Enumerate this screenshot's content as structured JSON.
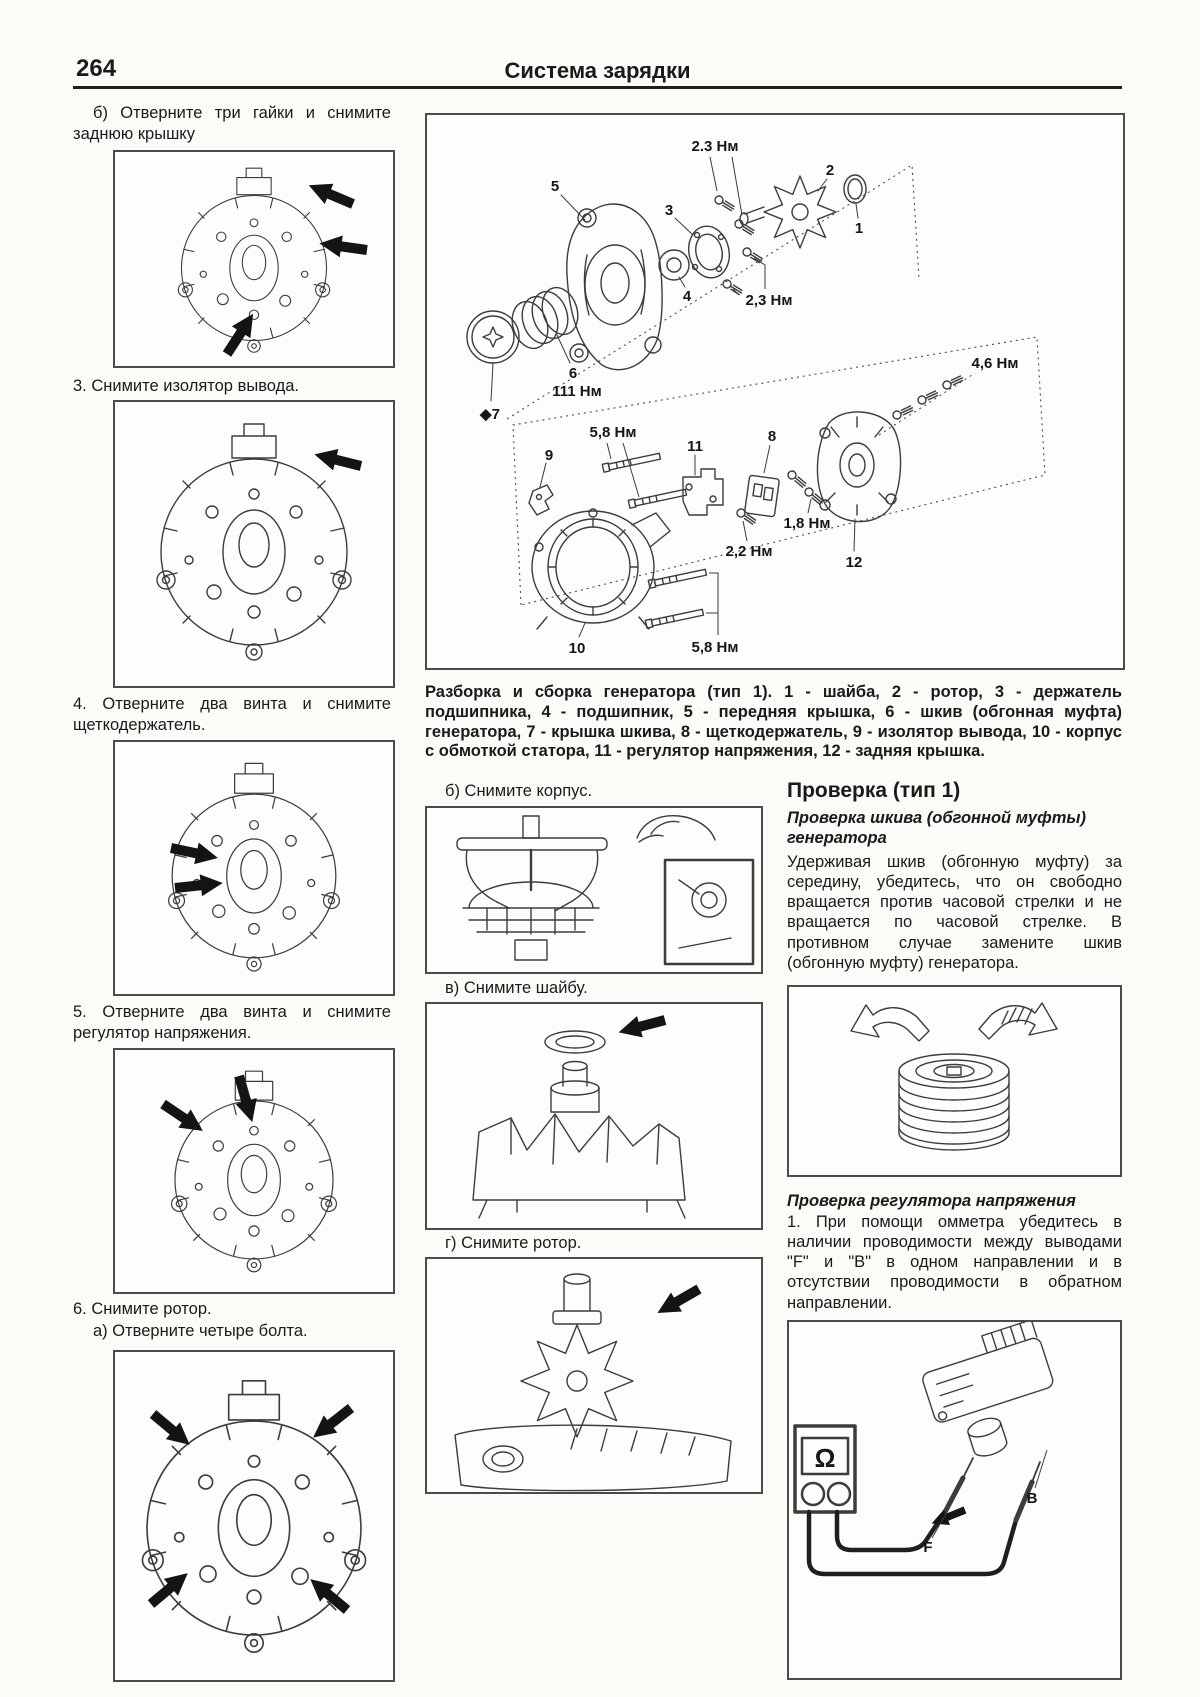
{
  "page": {
    "number": "264",
    "title": "Система зарядки"
  },
  "left_column": {
    "step_b": "б) Отверните три гайки и снимите заднюю крышку",
    "step_3": "3. Снимите изолятор вывода.",
    "step_4": "4. Отверните два винта и снимите щеткодержатель.",
    "step_5": "5. Отверните два винта и снимите регулятор напряжения.",
    "step_6": "6. Снимите ротор.",
    "step_6a": "а) Отверните четыре болта."
  },
  "exploded_figure": {
    "caption": "Разборка и сборка генератора (тип 1). 1 - шайба, 2 - ротор, 3 - держатель подшипника, 4 - подшипник, 5 - передняя крышка, 6 - шкив (обгонная муфта) генератора, 7 - крышка шкива, 8 - щеткодержатель, 9 - изолятор вывода, 10 - корпус с обмоткой статора, 11 - регулятор напряжения, 12 - задняя крышка.",
    "torque_2_3_top": "2.3 Нм",
    "torque_2_3_mid": "2,3 Нм",
    "torque_111": "111 Нм",
    "torque_5_8_left": "5,8 Нм",
    "torque_5_8_bottom": "5,8 Нм",
    "torque_4_6": "4,6 Нм",
    "torque_1_8": "1,8 Нм",
    "torque_2_2": "2,2 Нм",
    "part_1": "1",
    "part_2": "2",
    "part_3": "3",
    "part_4": "4",
    "part_5": "5",
    "part_6": "6",
    "part_7": "◆7",
    "part_8": "8",
    "part_9": "9",
    "part_10": "10",
    "part_11": "11",
    "part_12": "12"
  },
  "middle_column": {
    "step_b": "б) Снимите корпус.",
    "step_v": "в) Снимите шайбу.",
    "step_g": "г) Снимите ротор."
  },
  "right_column": {
    "heading": "Проверка (тип 1)",
    "pulley_check_title": "Проверка шкива (обгонной муфты) генератора",
    "pulley_check_text": "Удерживая шкив (обгонную муфту) за середину, убедитесь, что он свободно вращается против часовой стрелки и не вращается по часовой стрелке. В противном случае замените шкив (обгонную муфту) генератора.",
    "regulator_check_title": "Проверка регулятора напряжения",
    "regulator_check_text": "1. При помощи омметра убедитесь в наличии проводимости между выводами \"F\" и \"B\" в одном направлении и в отсутствии проводимости в обратном направлении.",
    "ohmmeter_symbol": "Ω",
    "terminal_f": "F",
    "terminal_b": "B"
  }
}
